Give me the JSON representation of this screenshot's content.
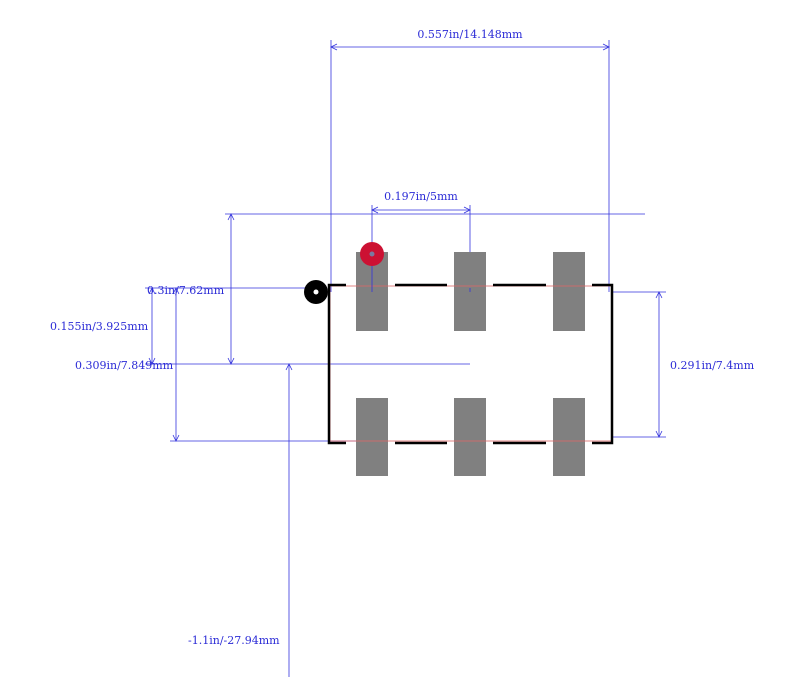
{
  "colors": {
    "dimension": "#3333dd",
    "pad": "#808080",
    "outline": "#000000",
    "pin1": "#cc1133",
    "origin": "#000000",
    "centerline": "#dd6666"
  },
  "dimensions": {
    "overall_width": "0.557in/14.148mm",
    "pitch": "0.197in/5mm",
    "pad_span": "0.3in/7.62mm",
    "pad_offset": "0.155in/3.925mm",
    "overall_height": "0.309in/7.849mm",
    "body_height": "0.291in/7.4mm",
    "origin_offset": "-1.1in/-27.94mm"
  },
  "pads": {
    "top_row_count": 3,
    "bottom_row_count": 3
  }
}
